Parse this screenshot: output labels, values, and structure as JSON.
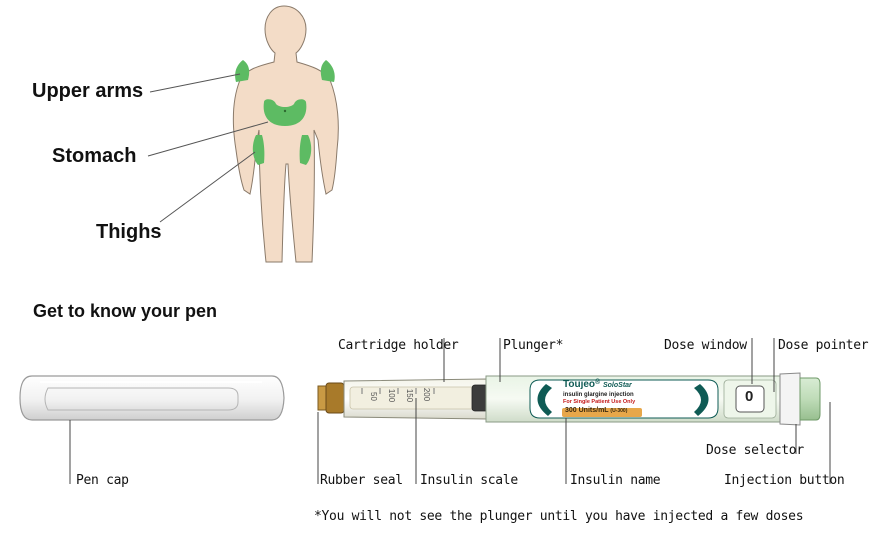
{
  "body_map": {
    "sites": [
      {
        "label": "Upper arms"
      },
      {
        "label": "Stomach"
      },
      {
        "label": "Thighs"
      }
    ],
    "site_color": "#5dbb63",
    "skin_color": "#f3dcc7"
  },
  "pen_section": {
    "heading": "Get to know your pen",
    "parts": {
      "cartridge_holder": "Cartridge holder",
      "plunger": "Plunger*",
      "dose_window": "Dose window",
      "dose_pointer": "Dose pointer",
      "pen_cap": "Pen cap",
      "rubber_seal": "Rubber seal",
      "insulin_scale": "Insulin scale",
      "insulin_name": "Insulin name",
      "dose_selector": "Dose selector",
      "injection_button": "Injection button"
    },
    "pen_label": {
      "brand": "Toujeo",
      "sub_brand": "SoloStar",
      "line1": "insulin glargine injection",
      "line2": "For Single Patient Use Only",
      "strength": "300 Units/mL",
      "strength_code": "(U-300)"
    },
    "scale_marks": [
      "200",
      "150",
      "100",
      "50"
    ],
    "dose_window_value": "0",
    "footnote": "*You will not see the plunger until you have injected a few doses"
  }
}
